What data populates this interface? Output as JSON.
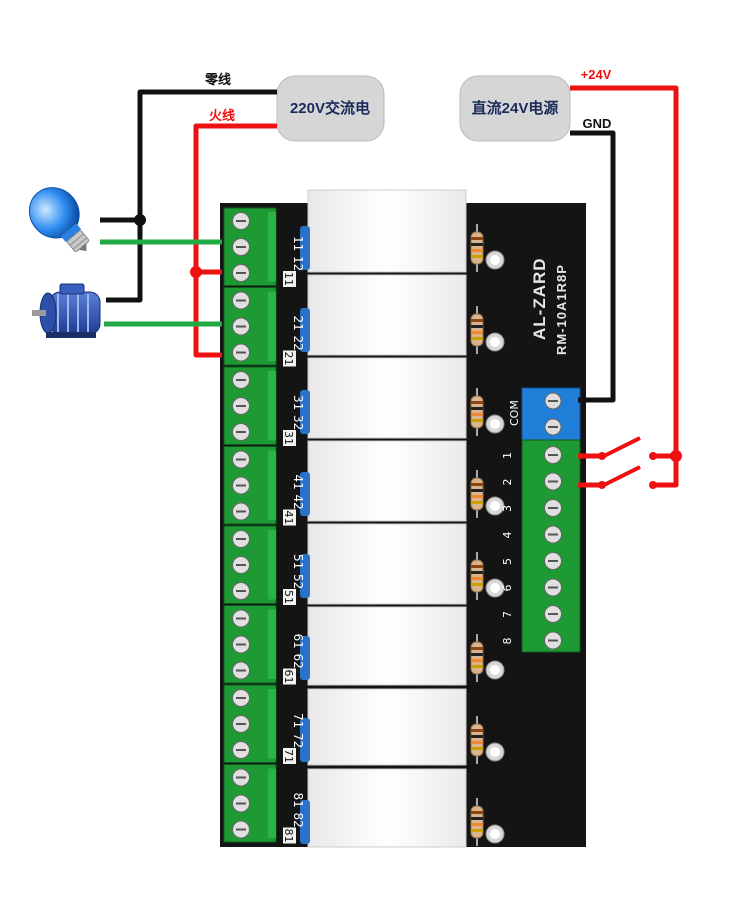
{
  "labels": {
    "neutral_wire": "零线",
    "live_wire": "火线",
    "ac_supply": "220V交流电",
    "dc_supply": "直流24V电源",
    "plus_24v": "+24V",
    "gnd": "GND",
    "com": "COM",
    "brand": "AL-ZARD",
    "model": "RM-10A1R8P"
  },
  "relay_channels": [
    {
      "a": "11",
      "b": "12",
      "sub": "11"
    },
    {
      "a": "21",
      "b": "22",
      "sub": "21"
    },
    {
      "a": "31",
      "b": "32",
      "sub": "31"
    },
    {
      "a": "41",
      "b": "42",
      "sub": "41"
    },
    {
      "a": "51",
      "b": "52",
      "sub": "51"
    },
    {
      "a": "61",
      "b": "62",
      "sub": "61"
    },
    {
      "a": "71",
      "b": "72",
      "sub": "71"
    },
    {
      "a": "81",
      "b": "82",
      "sub": "81"
    }
  ],
  "input_channels": [
    "1",
    "2",
    "3",
    "4",
    "5",
    "6",
    "7",
    "8"
  ],
  "colors": {
    "neutral": "#111111",
    "live": "#ee1111",
    "green_wire": "#22aa44",
    "terminal_green": "#1e9a34",
    "terminal_blue": "#1f7fd8",
    "board": "#141414",
    "relay": "#f6f6f6"
  },
  "icons": [
    "light-bulb-icon",
    "motor-icon"
  ]
}
